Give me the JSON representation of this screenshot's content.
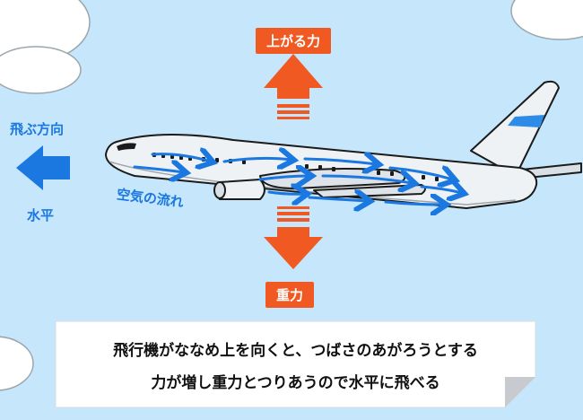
{
  "labels": {
    "lift": "上がる力",
    "gravity": "重力",
    "direction": "飛ぶ方向",
    "horizontal": "水平",
    "airflow": "空気の流れ"
  },
  "caption": {
    "line1": "飛行機がななめ上を向くと、つばさのあがろうとする",
    "line2": "力が増し重力とつりあうので水平に飛べる"
  },
  "colors": {
    "sky": "#c5e6fb",
    "force_arrow": "#f05a22",
    "flow_arrow": "#1b78e0",
    "plane_body": "#eef2f5",
    "tail_stripe": "#2f8be8"
  },
  "icons": {
    "lift_arrow": "arrow-up-icon",
    "gravity_arrow": "arrow-down-icon",
    "direction_arrow": "arrow-left-icon",
    "airflow_arrows": "airflow-arrow-icon",
    "plane": "airplane-illustration"
  }
}
